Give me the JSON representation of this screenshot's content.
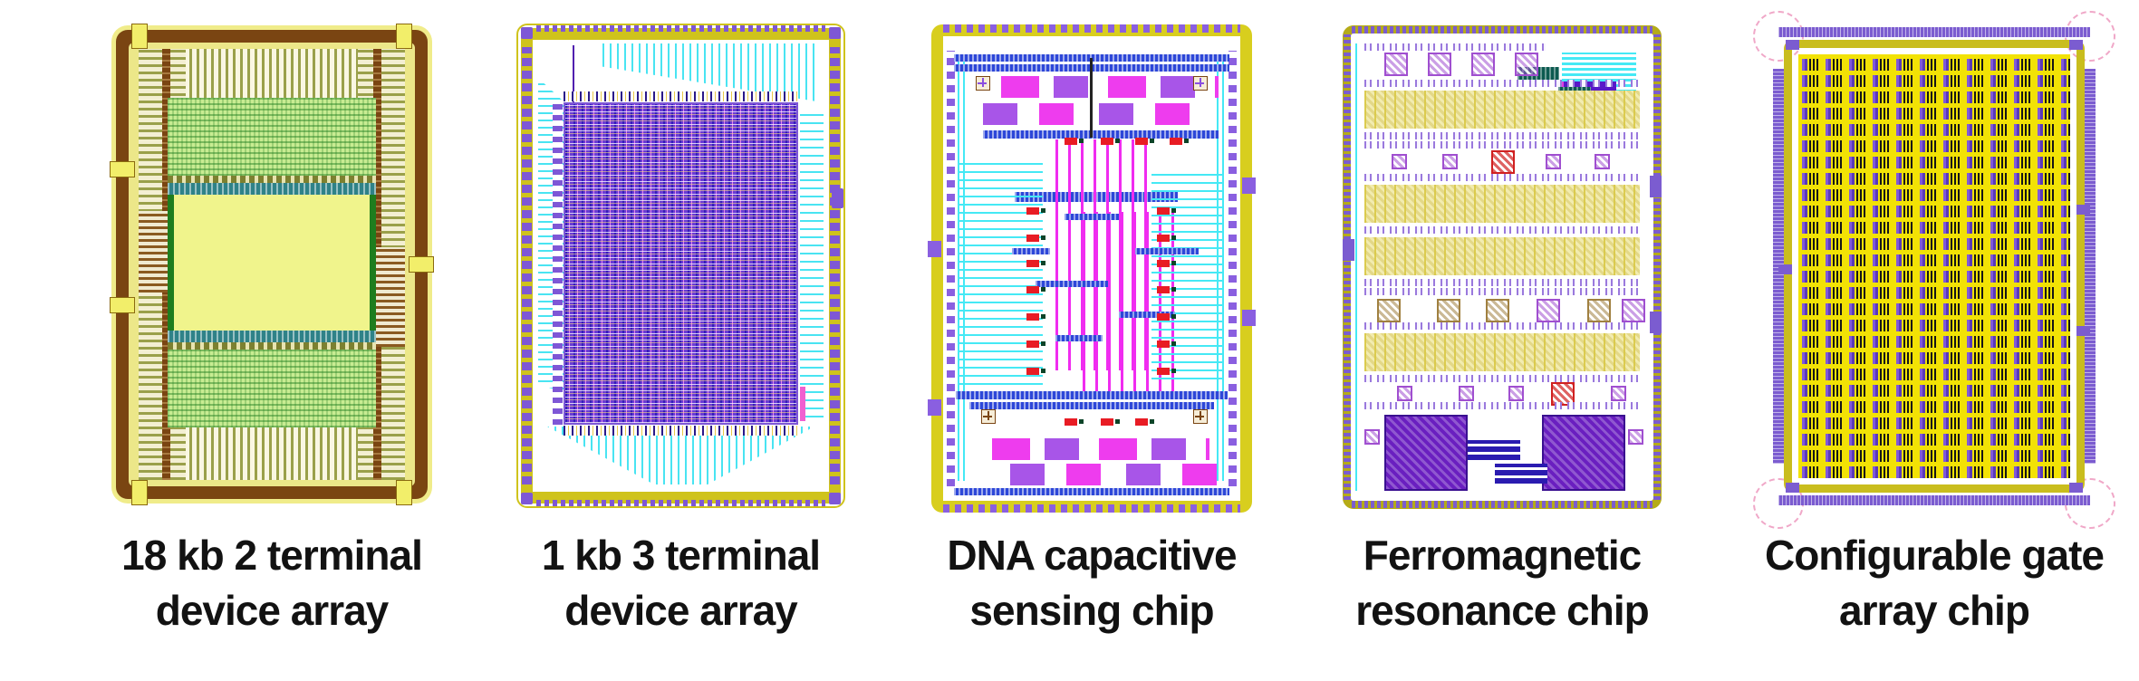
{
  "figures": [
    {
      "name": "18 kb 2 terminal device array",
      "caption_line1": "18 kb 2 terminal",
      "caption_line2": "device array",
      "palette": {
        "ring": "#f0ec8a",
        "frame_brown": "#7a4512",
        "stripe_olive": "#9aa04a",
        "core_chartreuse": "#f0f48c",
        "hatch_green": "#c8ec92",
        "teal": "#2f8288",
        "dark_green": "#1e7d1e",
        "tab_yellow": "#f2ee6a"
      }
    },
    {
      "name": "1 kb 3 terminal device array",
      "caption_line1": "1 kb 3 terminal",
      "caption_line2": "device array",
      "palette": {
        "frame_yellow": "#cfc31c",
        "pad_purple": "#7e57d6",
        "trace_cyan": "#49e4f2",
        "array_purple": "#6a3cd4",
        "grid_pink": "#f08ce8",
        "accent_pink": "#f060d0"
      }
    },
    {
      "name": "DNA capacitive sensing chip",
      "caption_line1": "DNA capacitive",
      "caption_line2": "sensing chip",
      "palette": {
        "ring_yellow": "#d8ce1e",
        "pad_purple": "#8a5fe0",
        "magenta": "#ee3cee",
        "violet": "#a855e8",
        "cyan": "#45e9f5",
        "bus_blue": "#2d47d8",
        "pad_red": "#e81c24",
        "via_green": "#0c4428"
      }
    },
    {
      "name": "Ferromagnetic resonance chip",
      "caption_line1": "Ferromagnetic",
      "caption_line2": "resonance chip",
      "palette": {
        "frame_olive": "#b5ab18",
        "pad_purple": "#7b5cd0",
        "band_yellow": "#f2ecb0",
        "device_purple": "#a04fd0",
        "device_red": "#d02020",
        "block_purple": "#6a1fc0",
        "bar_blue": "#2a1bb0",
        "cyan": "#45e9f5"
      }
    },
    {
      "name": "Configurable gate array chip",
      "caption_line1": "Configurable gate",
      "caption_line2": "array chip",
      "palette": {
        "frame_yellow": "#c9bd1e",
        "pad_purple": "#7b5cd0",
        "core_yellow": "#f2e205",
        "cell_purple": "#8059da",
        "cell_dot_black": "#161616",
        "corner_pink": "#f0a8c8"
      }
    }
  ]
}
